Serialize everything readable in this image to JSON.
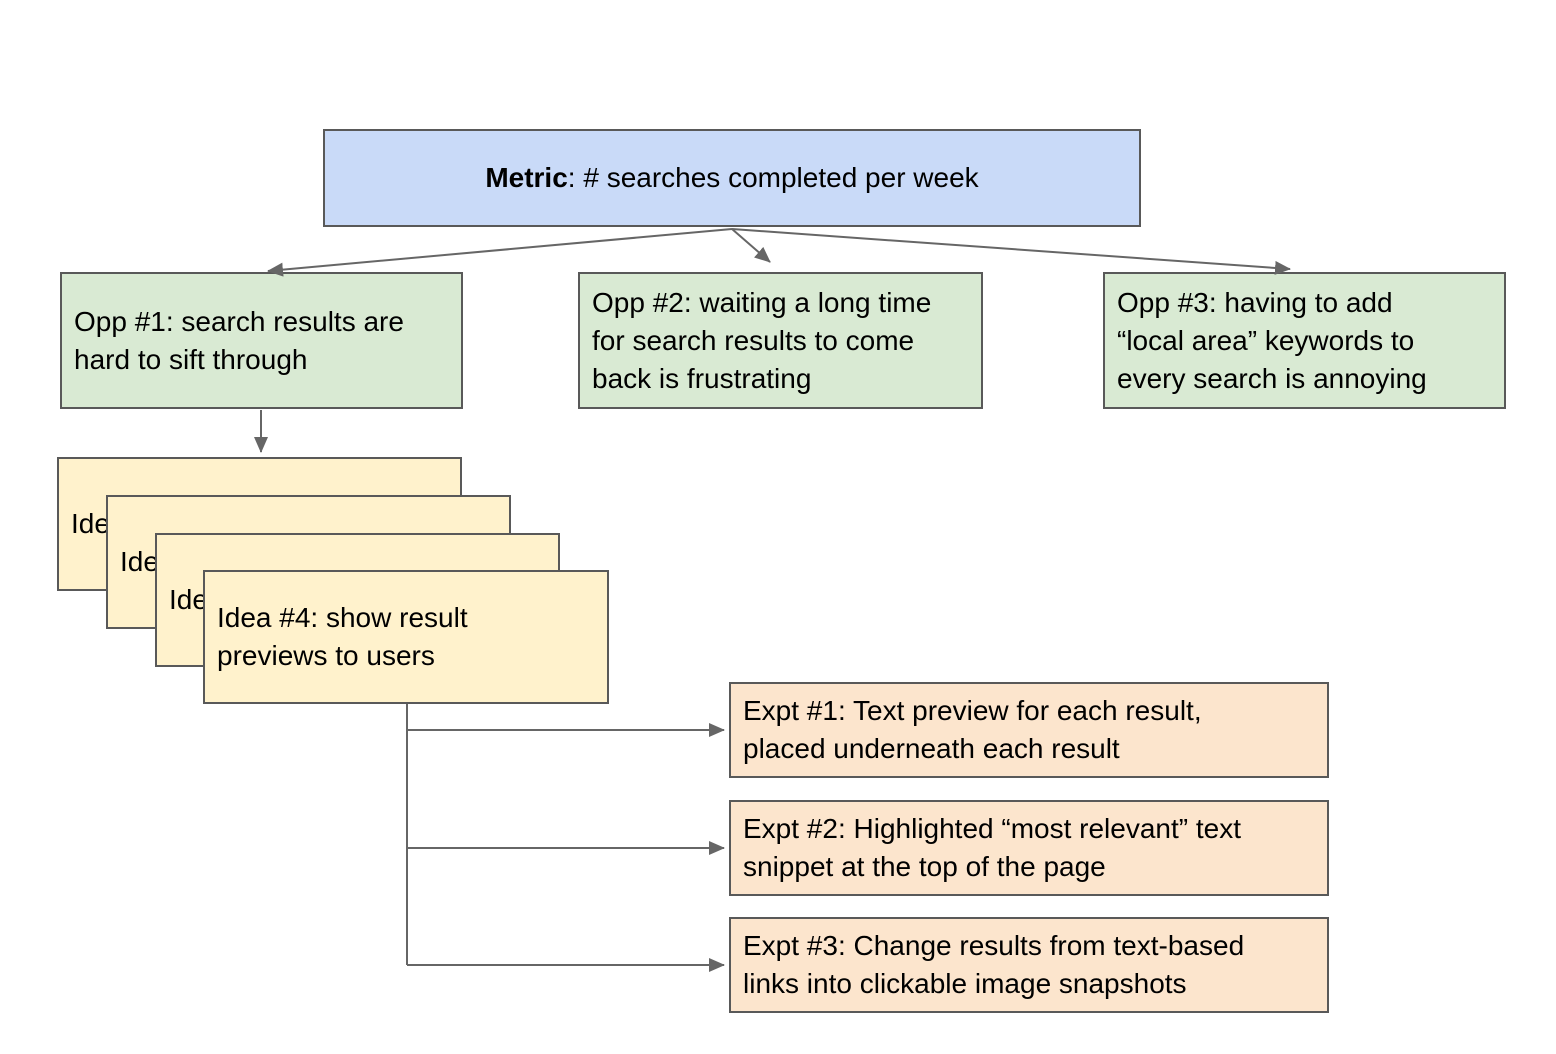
{
  "diagram": {
    "type": "opportunity-solution-tree",
    "colors": {
      "metric_fill": "#c9daf8",
      "opportunity_fill": "#d9ead3",
      "idea_fill": "#fff2cc",
      "experiment_fill": "#fce5cd",
      "box_border": "#595959",
      "connector": "#666666",
      "canvas_background": "#ffffff"
    },
    "metric": {
      "bold_label": "Metric",
      "rest_text": ": # searches completed per week"
    },
    "opportunities": [
      {
        "text": "Opp #1: search results are\nhard to sift through"
      },
      {
        "text": "Opp #2: waiting a long time\nfor search results to come\nback is frustrating"
      },
      {
        "text": "Opp #3: having to add\n“local area” keywords to\nevery search is annoying"
      }
    ],
    "ideas": {
      "stacked_partial": [
        {
          "visible_text": "Ide"
        },
        {
          "visible_text": "Ide"
        },
        {
          "visible_text": "Ide"
        }
      ],
      "front": {
        "text": "Idea #4: show result\npreviews to users"
      }
    },
    "experiments": [
      {
        "text": "Expt #1: Text preview for each result,\nplaced underneath each result"
      },
      {
        "text": "Expt #2: Highlighted “most relevant” text\nsnippet at the top of the page"
      },
      {
        "text": "Expt #3: Change results from text-based\nlinks into clickable image snapshots"
      }
    ]
  }
}
